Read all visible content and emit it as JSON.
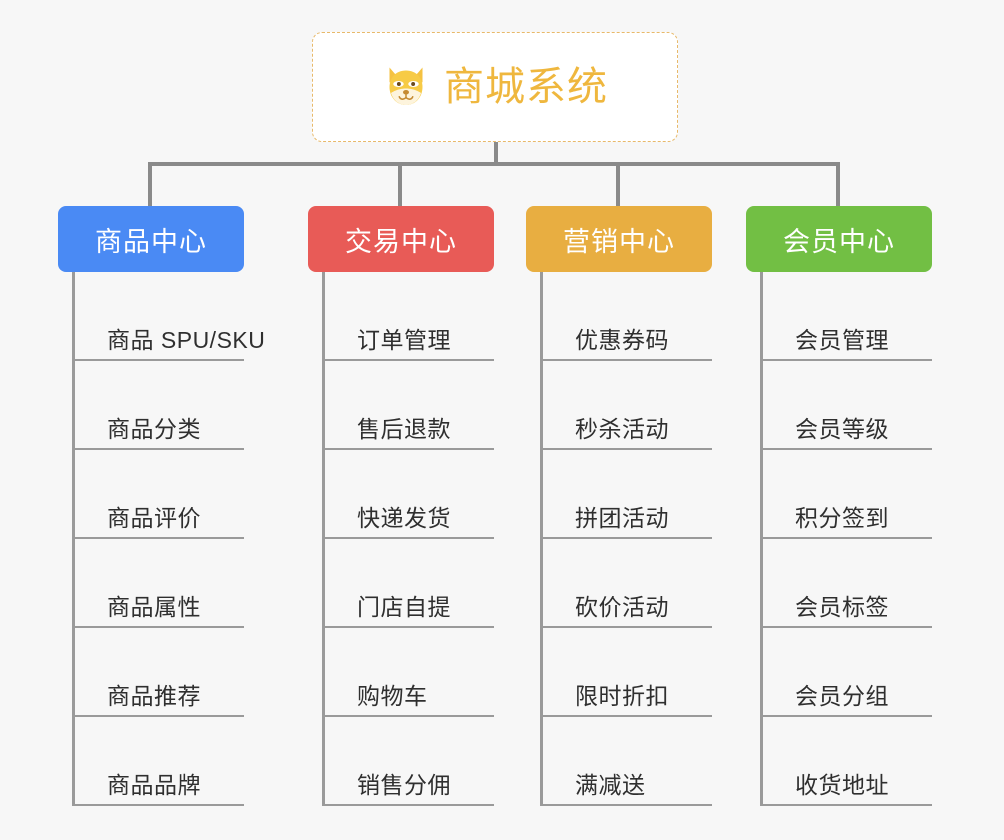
{
  "root": {
    "title": "商城系统",
    "icon": "dog-face-icon",
    "border_color": "#e8b96a",
    "text_color": "#efb73e",
    "background": "#ffffff"
  },
  "canvas": {
    "background": "#f7f7f7",
    "connector_color": "#8a8a8a"
  },
  "branches": [
    {
      "label": "商品中心",
      "color": "#4a8af4",
      "items": [
        "商品 SPU/SKU",
        "商品分类",
        "商品评价",
        "商品属性",
        "商品推荐",
        "商品品牌"
      ]
    },
    {
      "label": "交易中心",
      "color": "#e85b57",
      "items": [
        "订单管理",
        "售后退款",
        "快递发货",
        "门店自提",
        "购物车",
        "销售分佣"
      ]
    },
    {
      "label": "营销中心",
      "color": "#e8ae41",
      "items": [
        "优惠券码",
        "秒杀活动",
        "拼团活动",
        "砍价活动",
        "限时折扣",
        "满减送"
      ]
    },
    {
      "label": "会员中心",
      "color": "#72bf44",
      "items": [
        "会员管理",
        "会员等级",
        "积分签到",
        "会员标签",
        "会员分组",
        "收货地址"
      ]
    }
  ]
}
